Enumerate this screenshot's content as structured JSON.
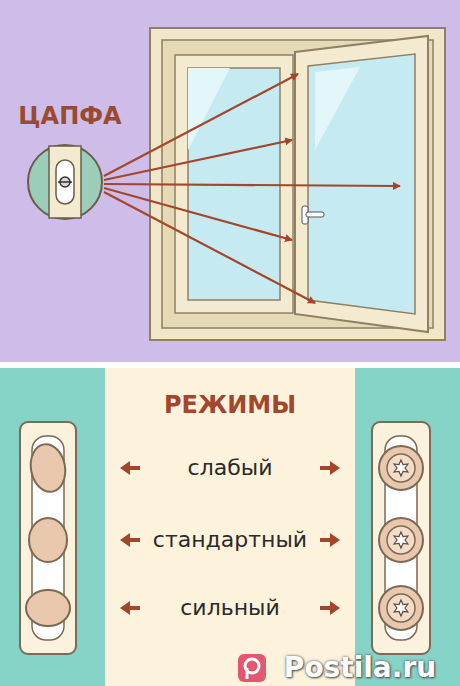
{
  "diagram": {
    "labels": [
      "ЦАПФА",
      "РЕЖИМЫ",
      "слабый",
      "стандартный",
      "сильный",
      "Postila.ru"
    ]
  }
}
